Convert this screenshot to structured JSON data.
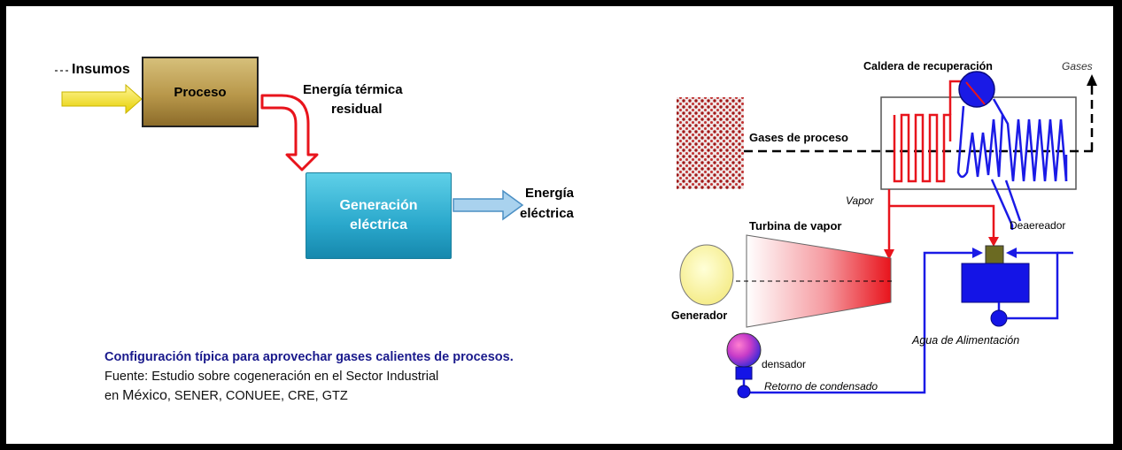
{
  "left": {
    "insumos": "Insumos",
    "proceso": "Proceso",
    "energia_termica": "Energía térmica",
    "residual": "residual",
    "generacion_line1": "Generación",
    "generacion_line2": "eléctrica",
    "energia_electrica_line1": "Energía",
    "energia_electrica_line2": "eléctrica"
  },
  "caption": {
    "title": "Configuración típica para aprovechar gases calientes de procesos.",
    "source_line1": "Fuente: Estudio sobre cogeneración en el Sector Industrial",
    "source_line2_pre": "en ",
    "source_line2_mexico": "México",
    "source_line2_post": ", SENER, CONUEE, CRE, GTZ"
  },
  "right": {
    "caldera": "Caldera de recuperación",
    "gases": "Gases",
    "gases_proceso": "Gases de proceso",
    "vapor": "Vapor",
    "turbina": "Turbina de vapor",
    "deaereador": "Deaereador",
    "generador": "Generador",
    "agua": "Agua de Alimentación",
    "condensador": "densador",
    "retorno": "Retorno de condensado"
  },
  "colors": {
    "steam": "#e8141c",
    "water": "#1a1ae6",
    "proceso_box": "#b8974a",
    "generacion_box": "#2aa8cc",
    "insumos_arrow": "#f2e10a",
    "thermal_arrow": "#e8141c",
    "electric_arrow": "#8fc3e8"
  }
}
